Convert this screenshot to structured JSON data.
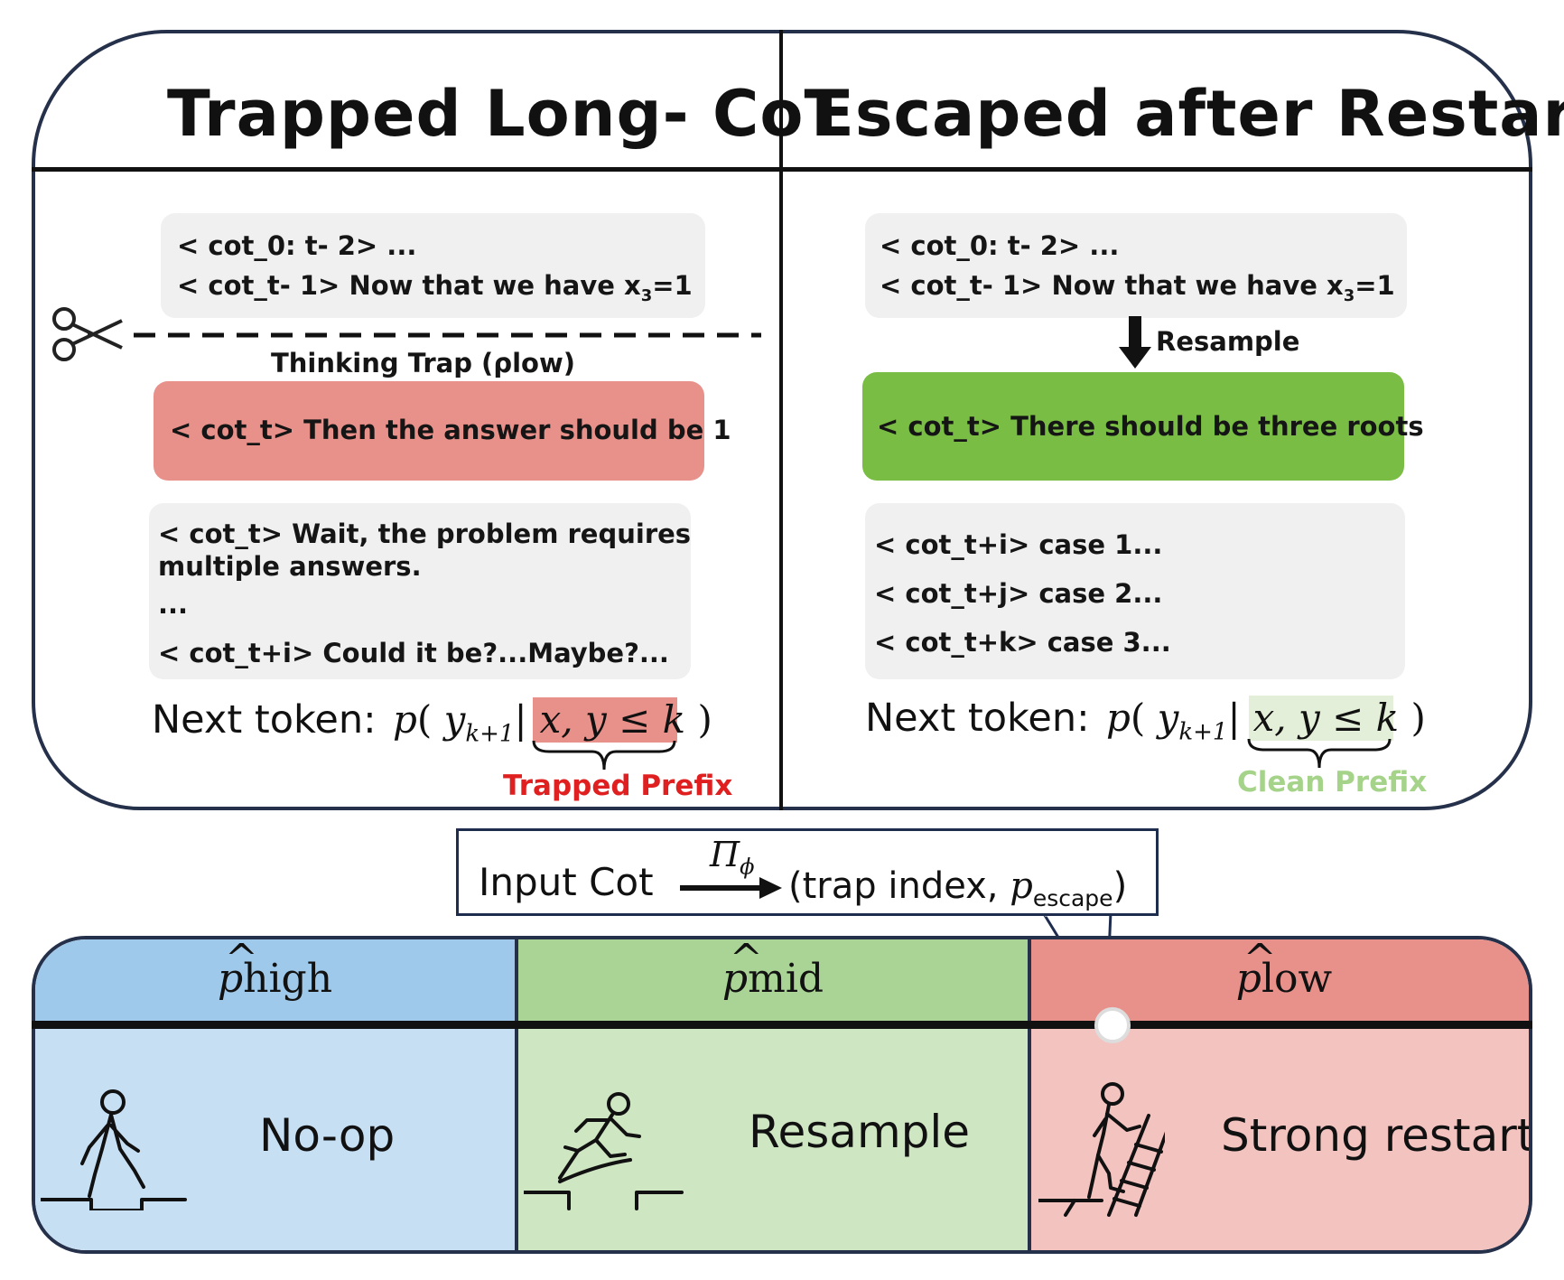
{
  "left_panel": {
    "title": "Trapped Long- CoT",
    "context_line1": "< cot_0: t- 2>  ...",
    "context_line2_prefix": "< cot_t- 1>  Now that we have  x",
    "context_line2_sub": "3",
    "context_line2_suffix": "=1",
    "trap_label": "Thinking Trap  (ρlow)",
    "trapped_step": "< cot_t>  Then the answer should be  1",
    "cont_line1": "< cot_t>  Wait,  the problem requires",
    "cont_line2": "multiple answers.",
    "cont_line3": "...",
    "cont_line4": "< cot_t+i>  Could it be?...Maybe?...",
    "next_token_label": "Next token:",
    "prefix_label": "Trapped Prefix"
  },
  "right_panel": {
    "title": "Escaped after Restart",
    "context_line1": "< cot_0: t- 2>  ...",
    "context_line2_prefix": "< cot_t- 1>  Now that we have  x",
    "context_line2_sub": "3",
    "context_line2_suffix": "=1",
    "resample_label": "Resample",
    "escaped_step": "< cot_t>  There should be three roots",
    "case1": "< cot_t+i>  case 1...",
    "case2": "< cot_t+j>  case 2...",
    "case3": "< cot_t+k>  case 3...",
    "next_token_label": "Next token:",
    "prefix_label": "Clean Prefix"
  },
  "formula": {
    "p": "p",
    "y": "y",
    "sub": "k+1",
    "cond": "x, y ≤ k"
  },
  "callout": {
    "input": "Input Cot",
    "policy": "Π",
    "policy_sub": "ϕ",
    "output_prefix": "(trap index,",
    "output_p": "p",
    "output_sub": "escape",
    "output_suffix": ")"
  },
  "segments": [
    {
      "label_base": "p",
      "label_sub": "high",
      "action": "No-op",
      "head_color": "#9fc9ea",
      "body_color": "#c7dff3"
    },
    {
      "label_base": "p",
      "label_sub": "mid",
      "action": "Resample",
      "head_color": "#a9d496",
      "body_color": "#cfe6c3"
    },
    {
      "label_base": "p",
      "label_sub": "low",
      "action": "Strong restart",
      "head_color": "#e8918b",
      "body_color": "#f3c3c0"
    }
  ],
  "colors": {
    "trapped_step": "#e8918b",
    "escaped_step": "#79bd44",
    "trapped_prefix": "#e02020",
    "clean_prefix": "#a6d38a",
    "frame": "#25304a"
  }
}
